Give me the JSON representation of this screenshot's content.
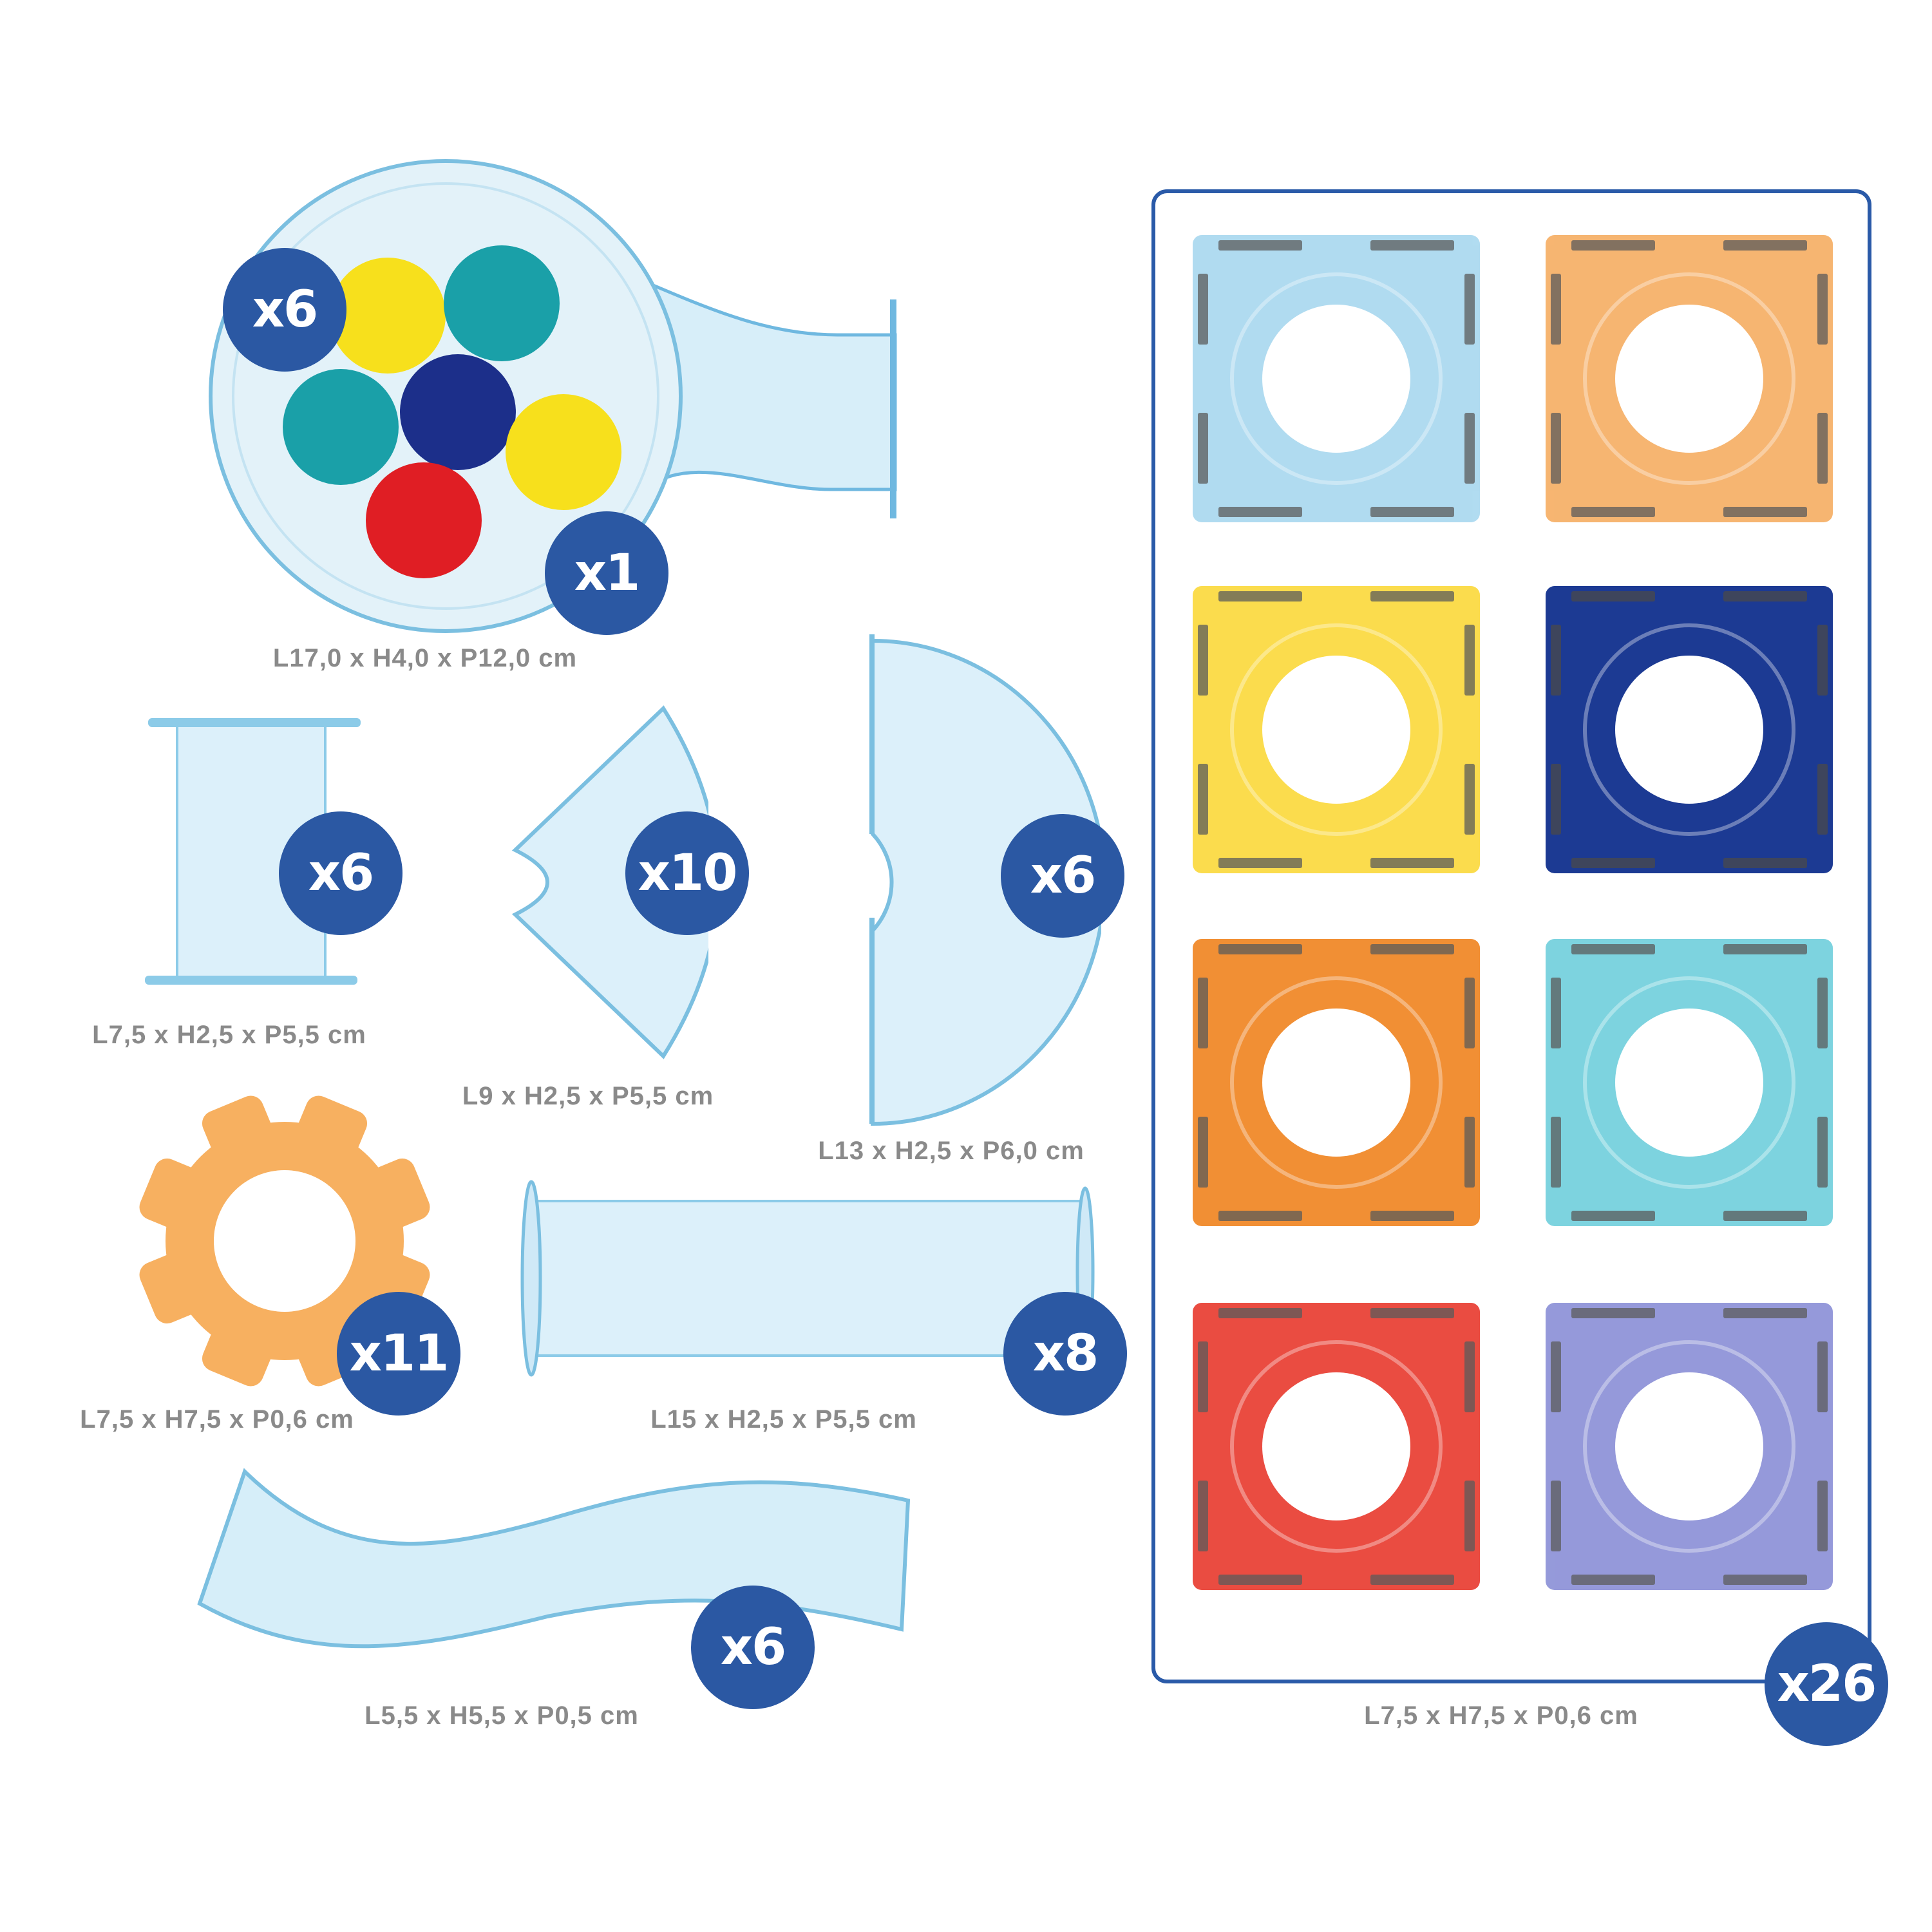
{
  "pieces": {
    "funnel": {
      "count": "x1",
      "balls_count": "x6",
      "dims": "L17,0 x H4,0 x P12,0 cm"
    },
    "straight_short": {
      "count": "x6",
      "dims": "L7,5 x H2,5 x P5,5 cm"
    },
    "curve": {
      "count": "x10",
      "dims": "L9 x H2,5 x P5,5 cm"
    },
    "u_curve": {
      "count": "x6",
      "dims": "L13 x H2,5 x P6,0 cm"
    },
    "gear": {
      "count": "x11",
      "dims": "L7,5 x H7,5 x P0,6 cm"
    },
    "straight_long": {
      "count": "x8",
      "dims": "L15 x H2,5 x P5,5 cm"
    },
    "wave": {
      "count": "x6",
      "dims": "L5,5 x H5,5 x P0,5 cm"
    },
    "tiles": {
      "count": "x26",
      "dims": "L7,5 x H7,5 x P0,6 cm"
    }
  },
  "colors": {
    "badge": "#2b58a3",
    "tube": "#bfe3f5",
    "tube_edge": "#6fb8e0",
    "balls": [
      "#f7e01c",
      "#1aa0a8",
      "#1aa0a8",
      "#1c2f8a",
      "#f7e01c",
      "#e01e24"
    ],
    "tiles": [
      "#a8d8ef",
      "#f6ad62",
      "#fbd93a",
      "#1c3a93",
      "#f0831f",
      "#6fcfdc",
      "#e8392d",
      "#8a8fd6"
    ],
    "gear": "#f7b060"
  }
}
